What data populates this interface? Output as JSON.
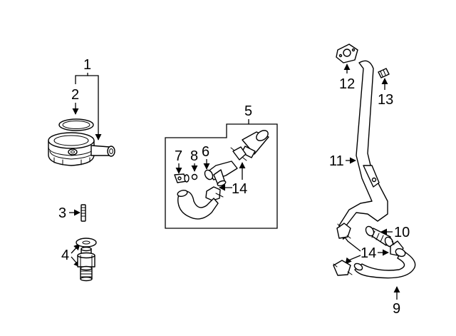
{
  "diagram": {
    "callouts": [
      {
        "id": "1",
        "label": "1"
      },
      {
        "id": "2",
        "label": "2"
      },
      {
        "id": "3",
        "label": "3"
      },
      {
        "id": "4",
        "label": "4"
      },
      {
        "id": "5",
        "label": "5"
      },
      {
        "id": "6",
        "label": "6"
      },
      {
        "id": "7",
        "label": "7"
      },
      {
        "id": "8",
        "label": "8"
      },
      {
        "id": "9",
        "label": "9"
      },
      {
        "id": "10",
        "label": "10"
      },
      {
        "id": "11",
        "label": "11"
      },
      {
        "id": "12",
        "label": "12"
      },
      {
        "id": "13",
        "label": "13"
      },
      {
        "id": "14a",
        "label": "14"
      },
      {
        "id": "14b",
        "label": "14"
      }
    ]
  }
}
